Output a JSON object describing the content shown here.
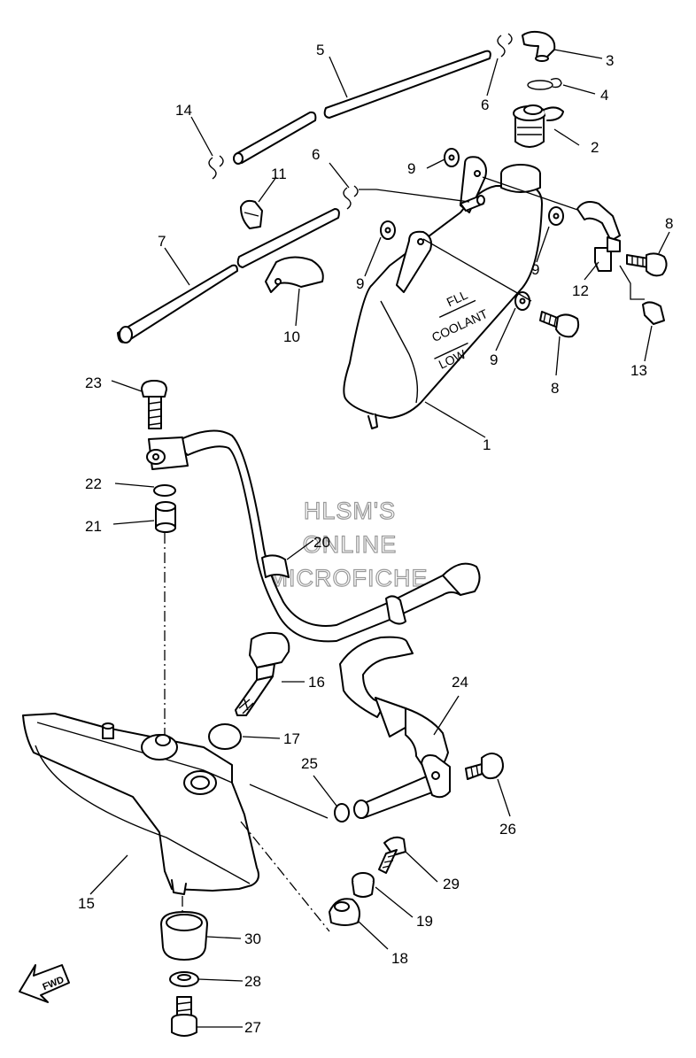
{
  "watermark": {
    "line1": "HLSM'S",
    "line2": "ONLINE",
    "line3": "MICROFICHE"
  },
  "tank_markings": {
    "full": "FLL",
    "coolant": "COOLANT",
    "low": "LOW"
  },
  "direction_arrow": {
    "label": "FWD"
  },
  "callouts": [
    {
      "id": "c1",
      "text": "1"
    },
    {
      "id": "c2",
      "text": "2"
    },
    {
      "id": "c3",
      "text": "3"
    },
    {
      "id": "c4",
      "text": "4"
    },
    {
      "id": "c5",
      "text": "5"
    },
    {
      "id": "c6a",
      "text": "6"
    },
    {
      "id": "c6b",
      "text": "6"
    },
    {
      "id": "c7",
      "text": "7"
    },
    {
      "id": "c8a",
      "text": "8"
    },
    {
      "id": "c8b",
      "text": "8"
    },
    {
      "id": "c9a",
      "text": "9"
    },
    {
      "id": "c9b",
      "text": "9"
    },
    {
      "id": "c9c",
      "text": "9"
    },
    {
      "id": "c9d",
      "text": "9"
    },
    {
      "id": "c10",
      "text": "10"
    },
    {
      "id": "c11",
      "text": "11"
    },
    {
      "id": "c12",
      "text": "12"
    },
    {
      "id": "c13",
      "text": "13"
    },
    {
      "id": "c14",
      "text": "14"
    },
    {
      "id": "c15",
      "text": "15"
    },
    {
      "id": "c16",
      "text": "16"
    },
    {
      "id": "c17",
      "text": "17"
    },
    {
      "id": "c18",
      "text": "18"
    },
    {
      "id": "c19",
      "text": "19"
    },
    {
      "id": "c20",
      "text": "20"
    },
    {
      "id": "c21",
      "text": "21"
    },
    {
      "id": "c22",
      "text": "22"
    },
    {
      "id": "c23",
      "text": "23"
    },
    {
      "id": "c24",
      "text": "24"
    },
    {
      "id": "c25",
      "text": "25"
    },
    {
      "id": "c26",
      "text": "26"
    },
    {
      "id": "c27",
      "text": "27"
    },
    {
      "id": "c28",
      "text": "28"
    },
    {
      "id": "c29",
      "text": "29"
    },
    {
      "id": "c30",
      "text": "30"
    }
  ]
}
